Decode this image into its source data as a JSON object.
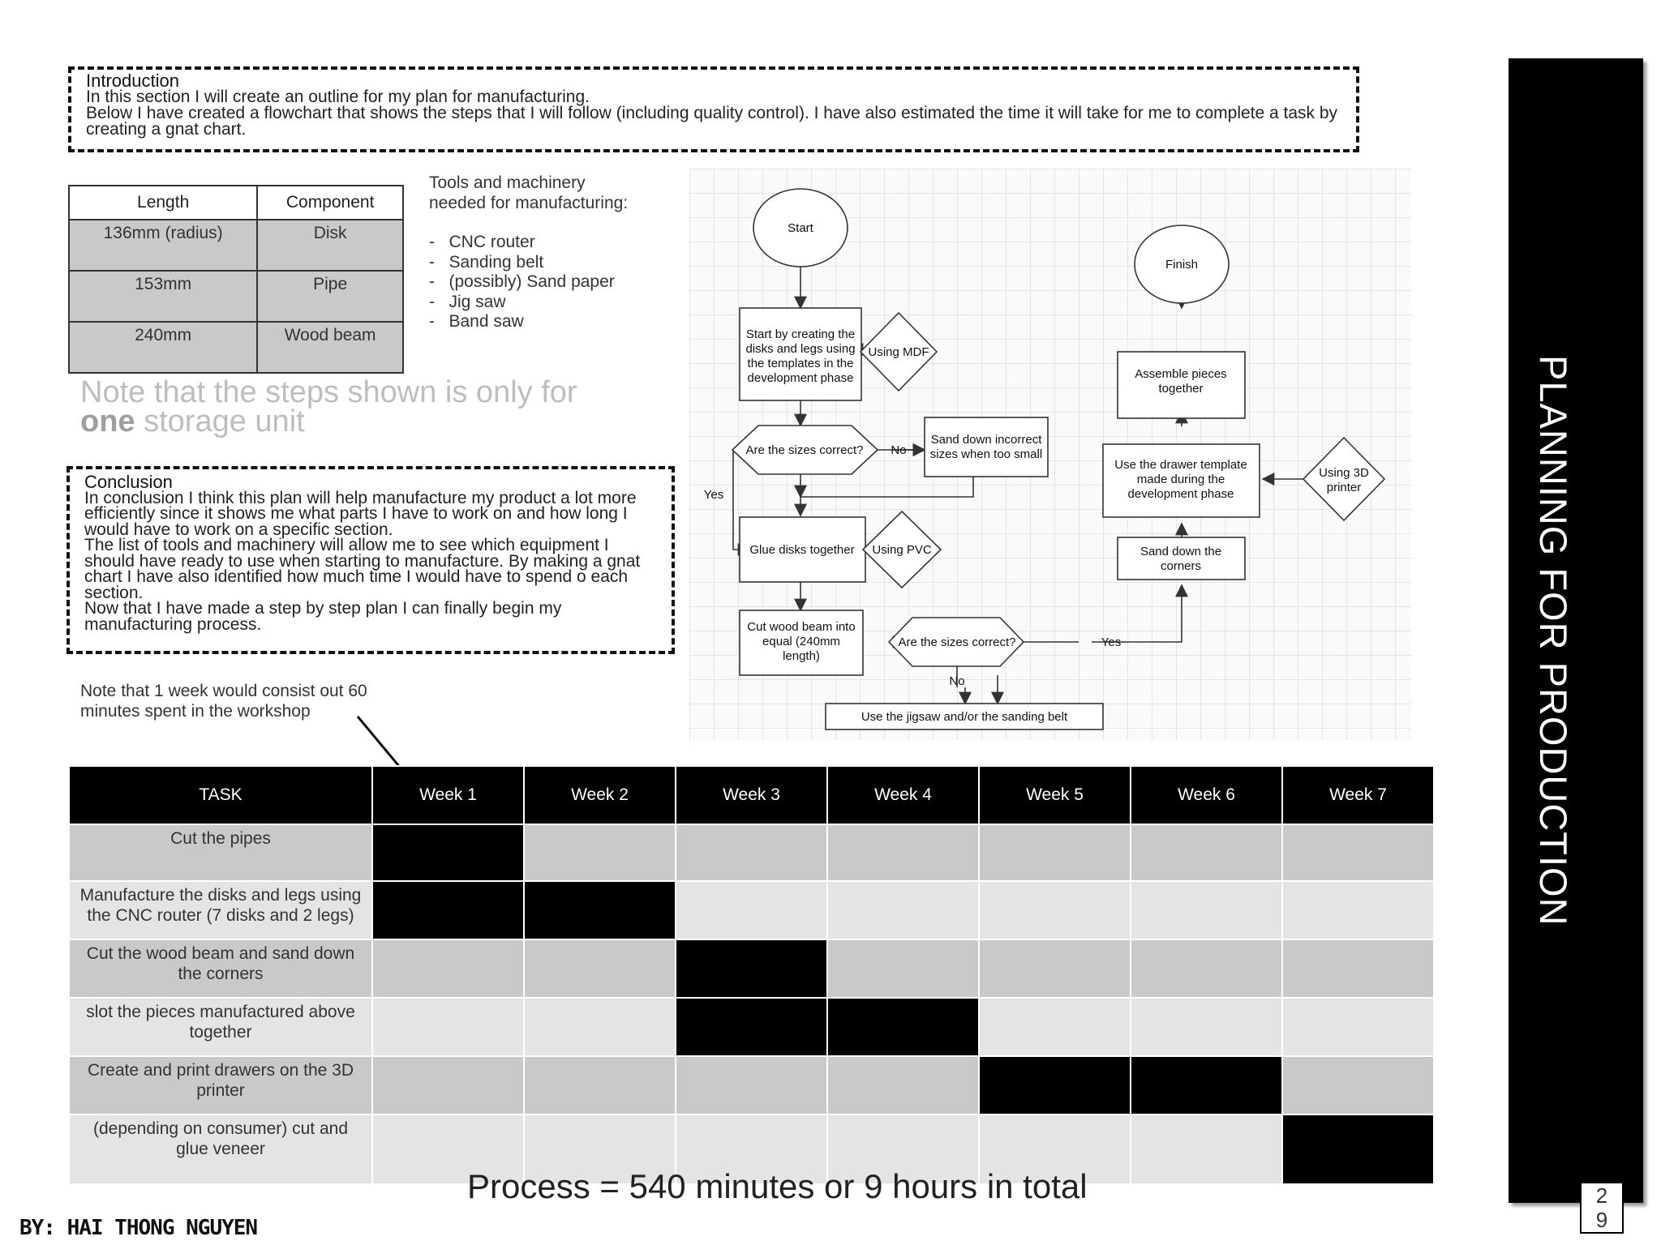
{
  "intro": {
    "heading": "Introduction",
    "line1": "In this section I will create an outline for my plan for manufacturing.",
    "line2": "Below I have created a flowchart that shows the steps that I will follow (including quality control). I have also estimated the time it will take for me to complete a task by creating a gnat chart."
  },
  "components_table": {
    "headers": [
      "Length",
      "Component"
    ],
    "rows": [
      [
        "136mm (radius)",
        "Disk"
      ],
      [
        "153mm",
        "Pipe"
      ],
      [
        "240mm",
        "Wood beam"
      ]
    ]
  },
  "tools": {
    "title_line1": "Tools and machinery",
    "title_line2": "needed for manufacturing:",
    "items": [
      "CNC router",
      "Sanding belt",
      "(possibly) Sand paper",
      "Jig saw",
      "Band saw"
    ]
  },
  "note_steps": {
    "before": "Note that the steps shown is only for",
    "bold": "one",
    "after": " storage unit"
  },
  "conclusion": {
    "heading": "Conclusion",
    "p1": "In conclusion I think this plan will help manufacture my product a lot more efficiently since it shows me what parts I have to work on and how long I would have to work on a specific section.",
    "p2": "The list of tools and machinery will allow me to see which equipment I should have ready to use  when starting to manufacture. By making a gnat chart I have also identified how much time I would have to spend o each section.",
    "p3": "Now that I have made a step by step plan I can finally begin my manufacturing process."
  },
  "note_week": "Note that 1 week would consist out 60 minutes spent in the workshop",
  "flowchart": {
    "start": "Start",
    "finish": "Finish",
    "step1": [
      "Start by creating the",
      "disks and legs using",
      "the templates in the",
      "development phase"
    ],
    "using_mdf": "Using MDF",
    "decision1": "Are the sizes correct?",
    "no1": "No",
    "yes1": "Yes",
    "sand_incorrect": [
      "Sand down incorrect",
      "sizes when too small"
    ],
    "glue": "Glue disks together",
    "using_pvc": "Using PVC",
    "cut_wood": [
      "Cut wood beam into",
      "equal (240mm",
      "length)"
    ],
    "decision2": "Are the sizes correct?",
    "yes2": "Yes",
    "no2": "No",
    "jigsaw": "Use the jigsaw and/or the sanding belt",
    "sand_corners": [
      "Sand down the",
      "corners"
    ],
    "drawer": [
      "Use the drawer template",
      "made during the",
      "development phase"
    ],
    "using_3d": [
      "Using 3D",
      "printer"
    ],
    "assemble": [
      "Assemble pieces",
      "together"
    ]
  },
  "gantt": {
    "headers": [
      "TASK",
      "Week 1",
      "Week 2",
      "Week 3",
      "Week 4",
      "Week 5",
      "Week 6",
      "Week 7"
    ],
    "rows": [
      {
        "task": "Cut the pipes",
        "weeks": [
          1,
          0,
          0,
          0,
          0,
          0,
          0
        ]
      },
      {
        "task": "Manufacture the disks and legs using the CNC router (7 disks and 2 legs)",
        "weeks": [
          1,
          1,
          0,
          0,
          0,
          0,
          0
        ]
      },
      {
        "task": "Cut the wood beam and sand down the corners",
        "weeks": [
          0,
          0,
          1,
          0,
          0,
          0,
          0
        ]
      },
      {
        "task": "slot the pieces manufactured above together",
        "weeks": [
          0,
          0,
          1,
          1,
          0,
          0,
          0
        ]
      },
      {
        "task": "Create and print drawers on the 3D printer",
        "weeks": [
          0,
          0,
          0,
          0,
          1,
          1,
          0
        ]
      },
      {
        "task": "(depending on consumer) cut and glue veneer",
        "weeks": [
          0,
          0,
          0,
          0,
          0,
          0,
          1
        ]
      }
    ]
  },
  "process_total": "Process = 540 minutes or 9 hours in total",
  "byline": "BY: HAI THONG NGUYEN",
  "side_title": "PLANNING FOR PRODUCTION",
  "page_number": {
    "d1": "2",
    "d2": "9"
  }
}
